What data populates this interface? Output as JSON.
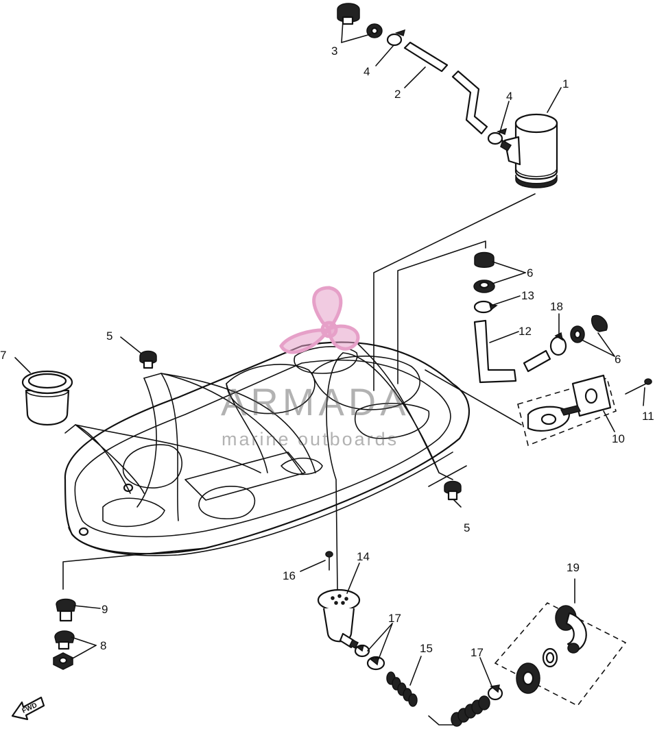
{
  "diagram": {
    "callouts": [
      {
        "id": "c1",
        "label": "1"
      },
      {
        "id": "c2",
        "label": "2"
      },
      {
        "id": "c3",
        "label": "3"
      },
      {
        "id": "c4a",
        "label": "4"
      },
      {
        "id": "c4b",
        "label": "4"
      },
      {
        "id": "c5a",
        "label": "5"
      },
      {
        "id": "c5b",
        "label": "5"
      },
      {
        "id": "c6a",
        "label": "6"
      },
      {
        "id": "c6b",
        "label": "6"
      },
      {
        "id": "c7",
        "label": "7"
      },
      {
        "id": "c8",
        "label": "8"
      },
      {
        "id": "c9",
        "label": "9"
      },
      {
        "id": "c10",
        "label": "10"
      },
      {
        "id": "c11",
        "label": "11"
      },
      {
        "id": "c12",
        "label": "12"
      },
      {
        "id": "c13",
        "label": "13"
      },
      {
        "id": "c14",
        "label": "14"
      },
      {
        "id": "c15",
        "label": "15"
      },
      {
        "id": "c16",
        "label": "16"
      },
      {
        "id": "c17a",
        "label": "17"
      },
      {
        "id": "c17b",
        "label": "17"
      },
      {
        "id": "c18",
        "label": "18"
      },
      {
        "id": "c19",
        "label": "19"
      }
    ],
    "forward_arrow_label": "FWD"
  },
  "watermark": {
    "brand": "ARMADA",
    "tagline": "marine outboards",
    "logo_color": "#e6a0c8"
  }
}
